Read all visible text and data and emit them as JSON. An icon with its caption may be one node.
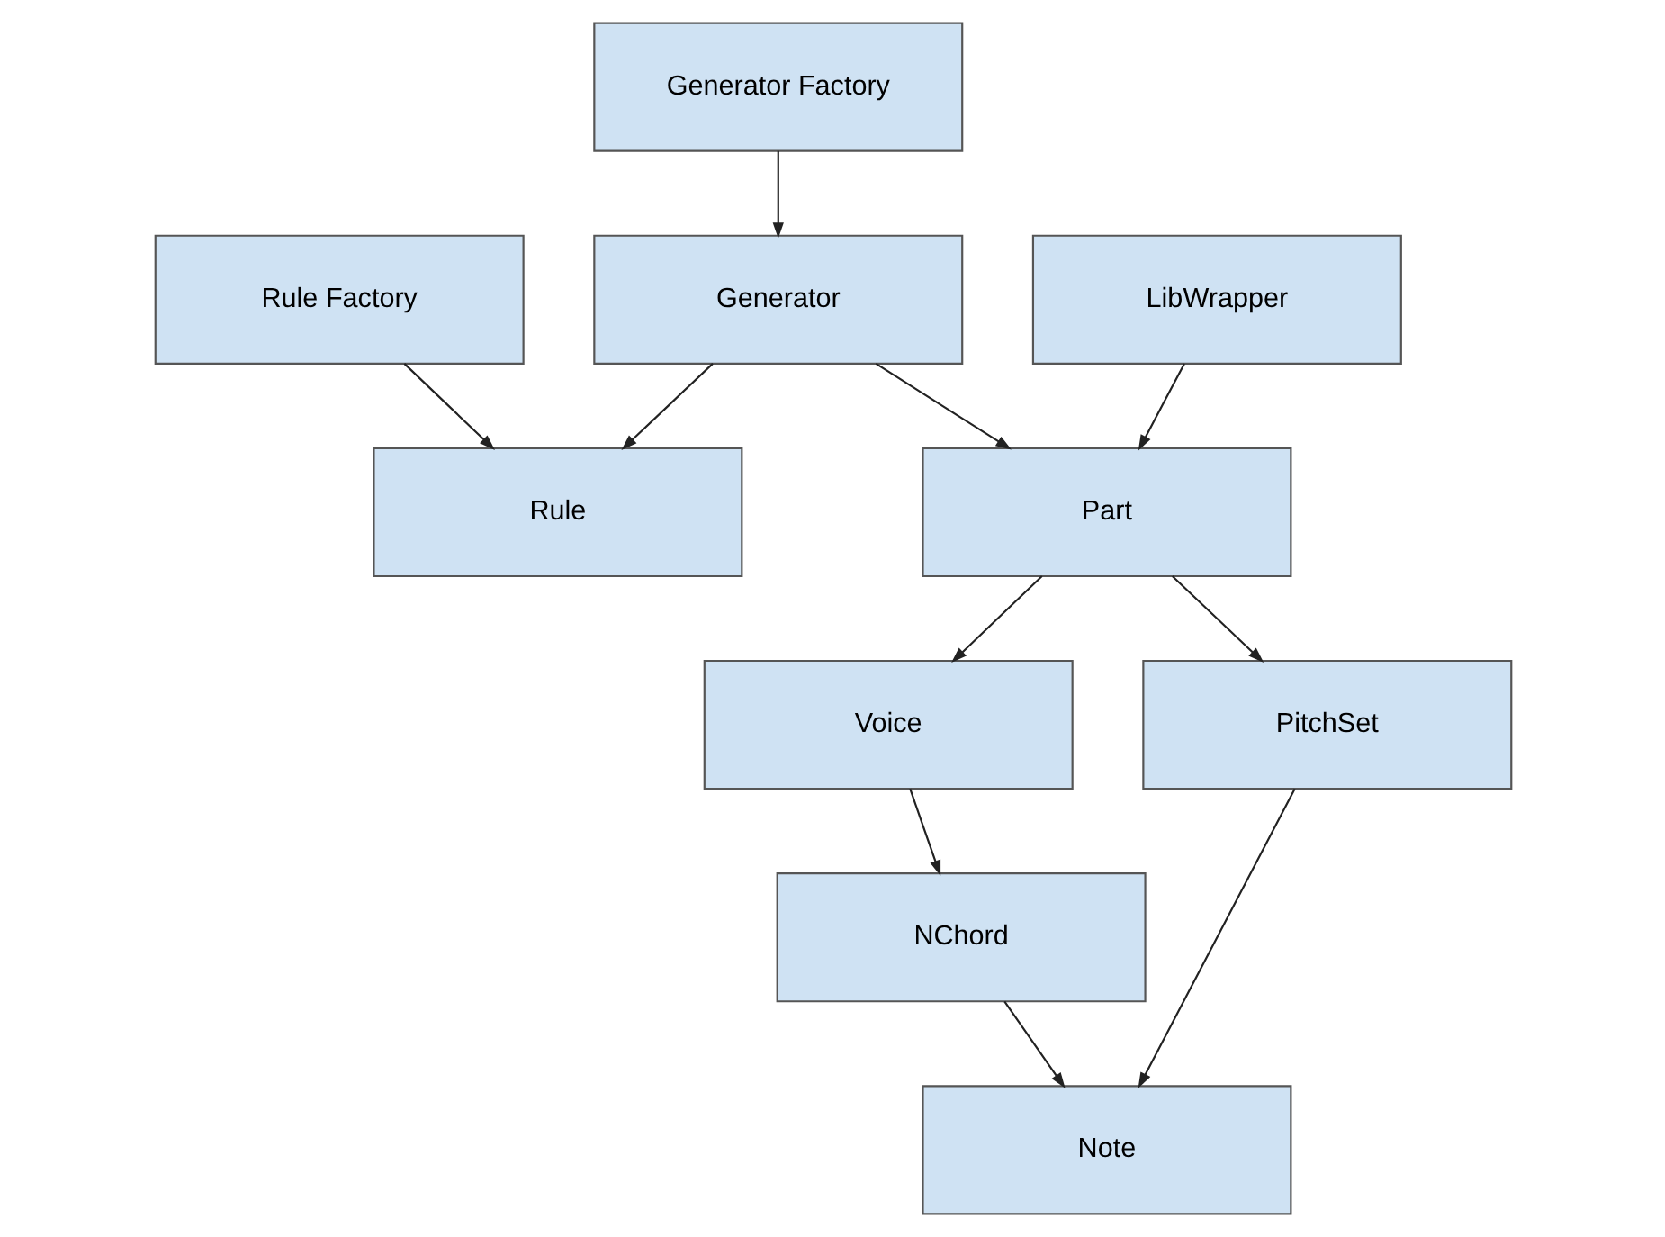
{
  "diagram": {
    "nodes": [
      {
        "text": [
          "Generator Factory"
        ]
      },
      {
        "text": [
          "Rule Factory"
        ]
      },
      {
        "text": [
          "Generator"
        ]
      },
      {
        "text": [
          "LibWrapper"
        ]
      },
      {
        "text": [
          "Rule"
        ]
      },
      {
        "text": [
          "Part"
        ]
      },
      {
        "text": [
          "Voice"
        ]
      },
      {
        "text": [
          "PitchSet"
        ]
      },
      {
        "text": [
          "NChord"
        ]
      },
      {
        "text": [
          "Note"
        ]
      }
    ],
    "edges": [
      {
        "from": 0,
        "to": 2,
        "arrow": "to"
      },
      {
        "from": 1,
        "to": 4,
        "arrow": "to"
      },
      {
        "from": 2,
        "to": 4,
        "arrow": "to"
      },
      {
        "from": 2,
        "to": 5,
        "arrow": "to"
      },
      {
        "from": 3,
        "to": 5,
        "arrow": "to"
      },
      {
        "from": 5,
        "to": 6,
        "arrow": "to"
      },
      {
        "from": 5,
        "to": 7,
        "arrow": "to"
      },
      {
        "from": 6,
        "to": 8,
        "arrow": "to"
      },
      {
        "from": 8,
        "to": 9,
        "arrow": "to"
      },
      {
        "from": 7,
        "to": 9,
        "arrow": "to"
      }
    ]
  }
}
